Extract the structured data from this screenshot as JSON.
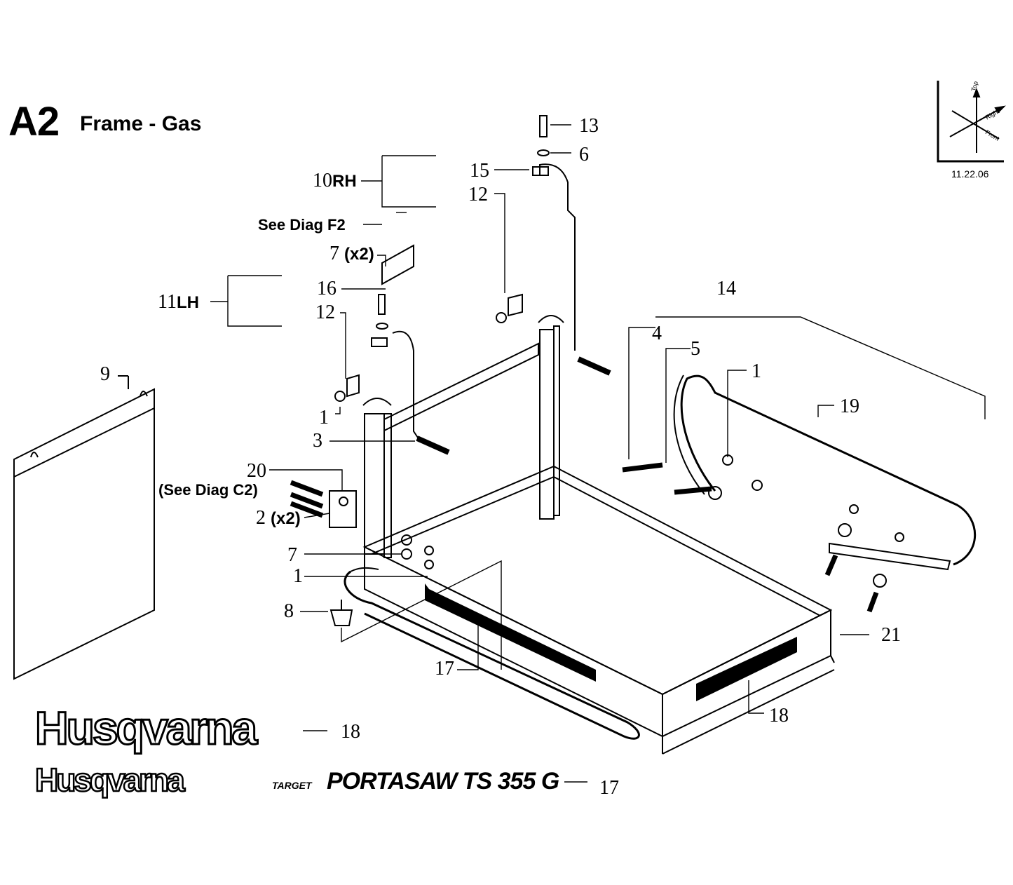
{
  "header": {
    "code": "A2",
    "title": "Frame - Gas",
    "date": "11.22.06"
  },
  "orientation": {
    "top": "Top",
    "right": "Right",
    "front": "Front"
  },
  "callouts": {
    "c13": "13",
    "c6": "6",
    "c15": "15",
    "c12_top": "12",
    "c10_num": "10",
    "c10_suffix": "RH",
    "see_f2": "See Diag F2",
    "c7x2_num": "7",
    "c7x2_suffix": "(x2)",
    "c11_num": "11",
    "c11_suffix": "LH",
    "c16": "16",
    "c12_left": "12",
    "c14": "14",
    "c4": "4",
    "c5": "5",
    "c1_right": "1",
    "c19": "19",
    "c9": "9",
    "c1_left": "1",
    "c3": "3",
    "c20": "20",
    "see_c2": "(See Diag C2)",
    "c2_num": "2",
    "c2_suffix": "(x2)",
    "c7": "7",
    "c1_bottom": "1",
    "c8": "8",
    "c17_mid": "17",
    "c21": "21",
    "c18_right": "18",
    "c18_logo": "18",
    "c17_decal": "17"
  },
  "decals": {
    "brand": "Husqvarna",
    "target": "TARGET",
    "model": "PORTASAW  TS 355 G"
  }
}
